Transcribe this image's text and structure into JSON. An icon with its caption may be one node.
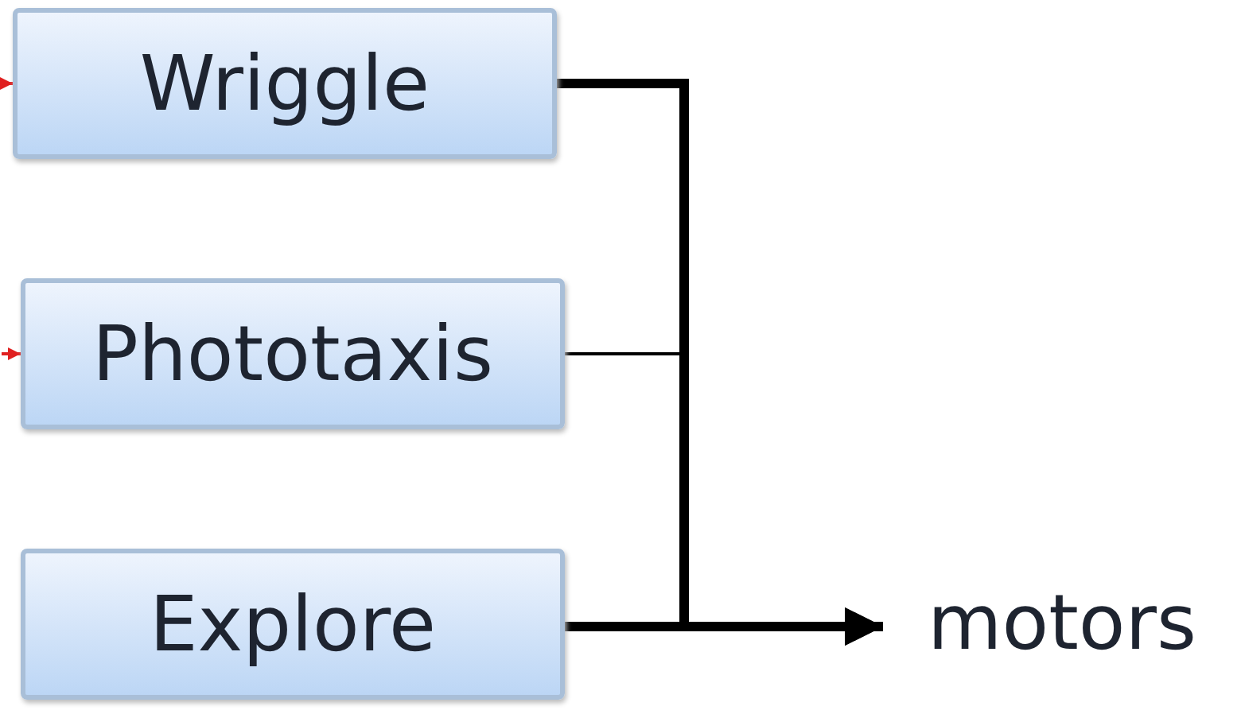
{
  "diagram": {
    "nodes": [
      {
        "text": [
          "Wriggle"
        ]
      },
      {
        "text": [
          "Phototaxis"
        ]
      },
      {
        "text": [
          "Explore"
        ]
      },
      {
        "text": [
          "motors"
        ]
      }
    ],
    "edges": [
      {
        "from": null,
        "to": 0,
        "arrow": "to",
        "color": "#e02020"
      },
      {
        "from": null,
        "to": 1,
        "arrow": "to",
        "color": "#e02020"
      },
      {
        "from": 0,
        "to": 3,
        "arrow": "to",
        "style": "thick"
      },
      {
        "from": 1,
        "to": 3,
        "arrow": "to"
      },
      {
        "from": 2,
        "to": 3,
        "arrow": "to",
        "style": "thick"
      }
    ]
  }
}
